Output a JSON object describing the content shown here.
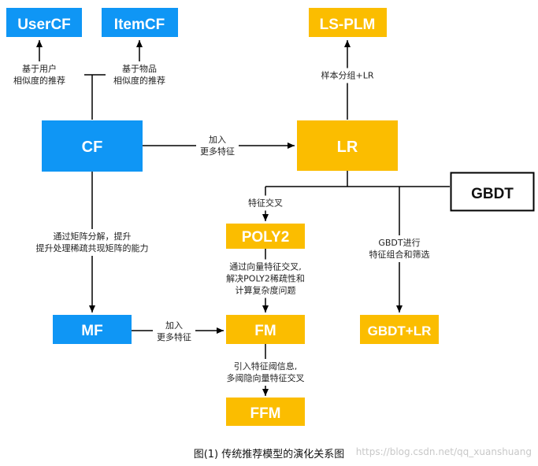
{
  "colors": {
    "blue": "#0f96f5",
    "yellow": "#fbbd00",
    "line": "#000000"
  },
  "nodes": {
    "usercf": "UserCF",
    "itemcf": "ItemCF",
    "lsplm": "LS-PLM",
    "cf": "CF",
    "lr": "LR",
    "gbdt": "GBDT",
    "poly2": "POLY2",
    "mf": "MF",
    "fm": "FM",
    "gbdtlr": "GBDT+LR",
    "ffm": "FFM"
  },
  "edge_labels": {
    "user_sim": [
      "基于用户",
      "相似度的推荐"
    ],
    "item_sim": [
      "基于物品",
      "相似度的推荐"
    ],
    "sample_group": [
      "样本分组+LR"
    ],
    "cf_to_lr": [
      "加入",
      "更多特征"
    ],
    "feature_cross": [
      "特征交叉"
    ],
    "cf_to_mf": [
      "通过矩阵分解，提升",
      "提升处理稀疏共现矩阵的能力"
    ],
    "gbdt_combo": [
      "GBDT进行",
      "特征组合和筛选"
    ],
    "poly2_to_fm": [
      "通过向量特征交叉,",
      "解决POLY2稀疏性和",
      "计算复杂度问题"
    ],
    "mf_to_fm": [
      "加入",
      "更多特征"
    ],
    "fm_to_ffm": [
      "引入特征阈信息,",
      "多阈隐向量特征交叉"
    ]
  },
  "caption": "图(1) 传统推荐模型的演化关系图",
  "watermark": "https://blog.csdn.net/qq_xuanshuang"
}
